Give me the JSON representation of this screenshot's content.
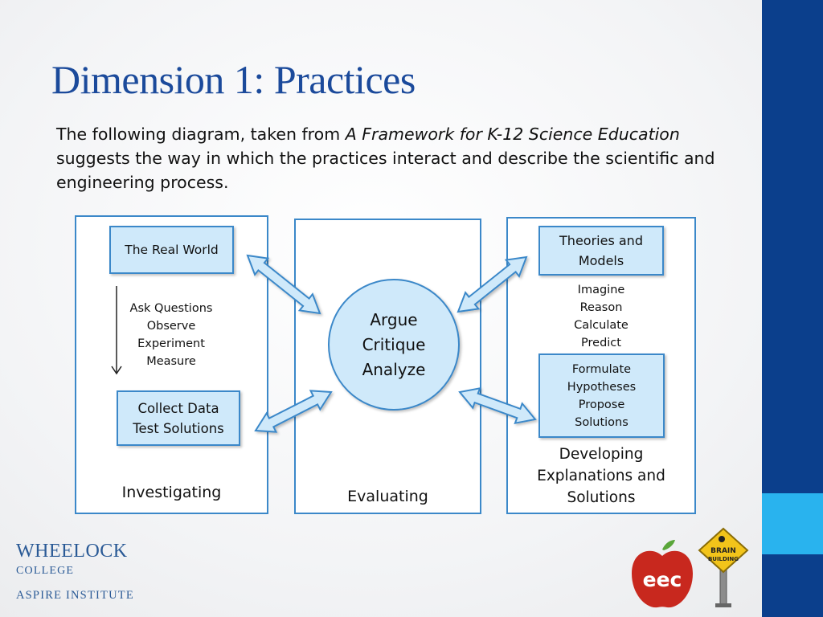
{
  "slide": {
    "title": "Dimension 1: Practices",
    "intro": {
      "before_italic": "The following diagram, taken from ",
      "book_title": "A Framework for K-12 Science Education",
      "after_italic": " suggests the way in which the practices interact and describe the scientific and engineering process."
    }
  },
  "diagram": {
    "investigating": {
      "top_box": "The Real World",
      "steps": [
        "Ask Questions",
        "Observe",
        "Experiment",
        "Measure"
      ],
      "bottom_box": [
        "Collect Data",
        "Test Solutions"
      ],
      "label": "Investigating"
    },
    "evaluating": {
      "center": [
        "Argue",
        "Critique",
        "Analyze"
      ],
      "label": "Evaluating"
    },
    "developing": {
      "top_box": [
        "Theories and",
        "Models"
      ],
      "steps": [
        "Imagine",
        "Reason",
        "Calculate",
        "Predict"
      ],
      "bottom_box": [
        "Formulate",
        "Hypotheses",
        "Propose",
        "Solutions"
      ],
      "label": [
        "Developing",
        "Explanations and",
        "Solutions"
      ]
    }
  },
  "footer": {
    "wheelock": {
      "name": "WHEELOCK",
      "college": "COLLEGE",
      "institute": "ASPIRE INSTITUTE"
    },
    "eec_logo_text": "eec",
    "brain_sign_text": [
      "BRAIN",
      "BUILDING"
    ]
  },
  "colors": {
    "title": "#1b4a9b",
    "box_fill": "#cfe9fa",
    "box_border": "#3b88c9",
    "sidebar": "#0b3f8c",
    "sidebar_accent": "#29b3ee",
    "eec_red": "#c8281e",
    "sign_yellow": "#f2c41a"
  }
}
